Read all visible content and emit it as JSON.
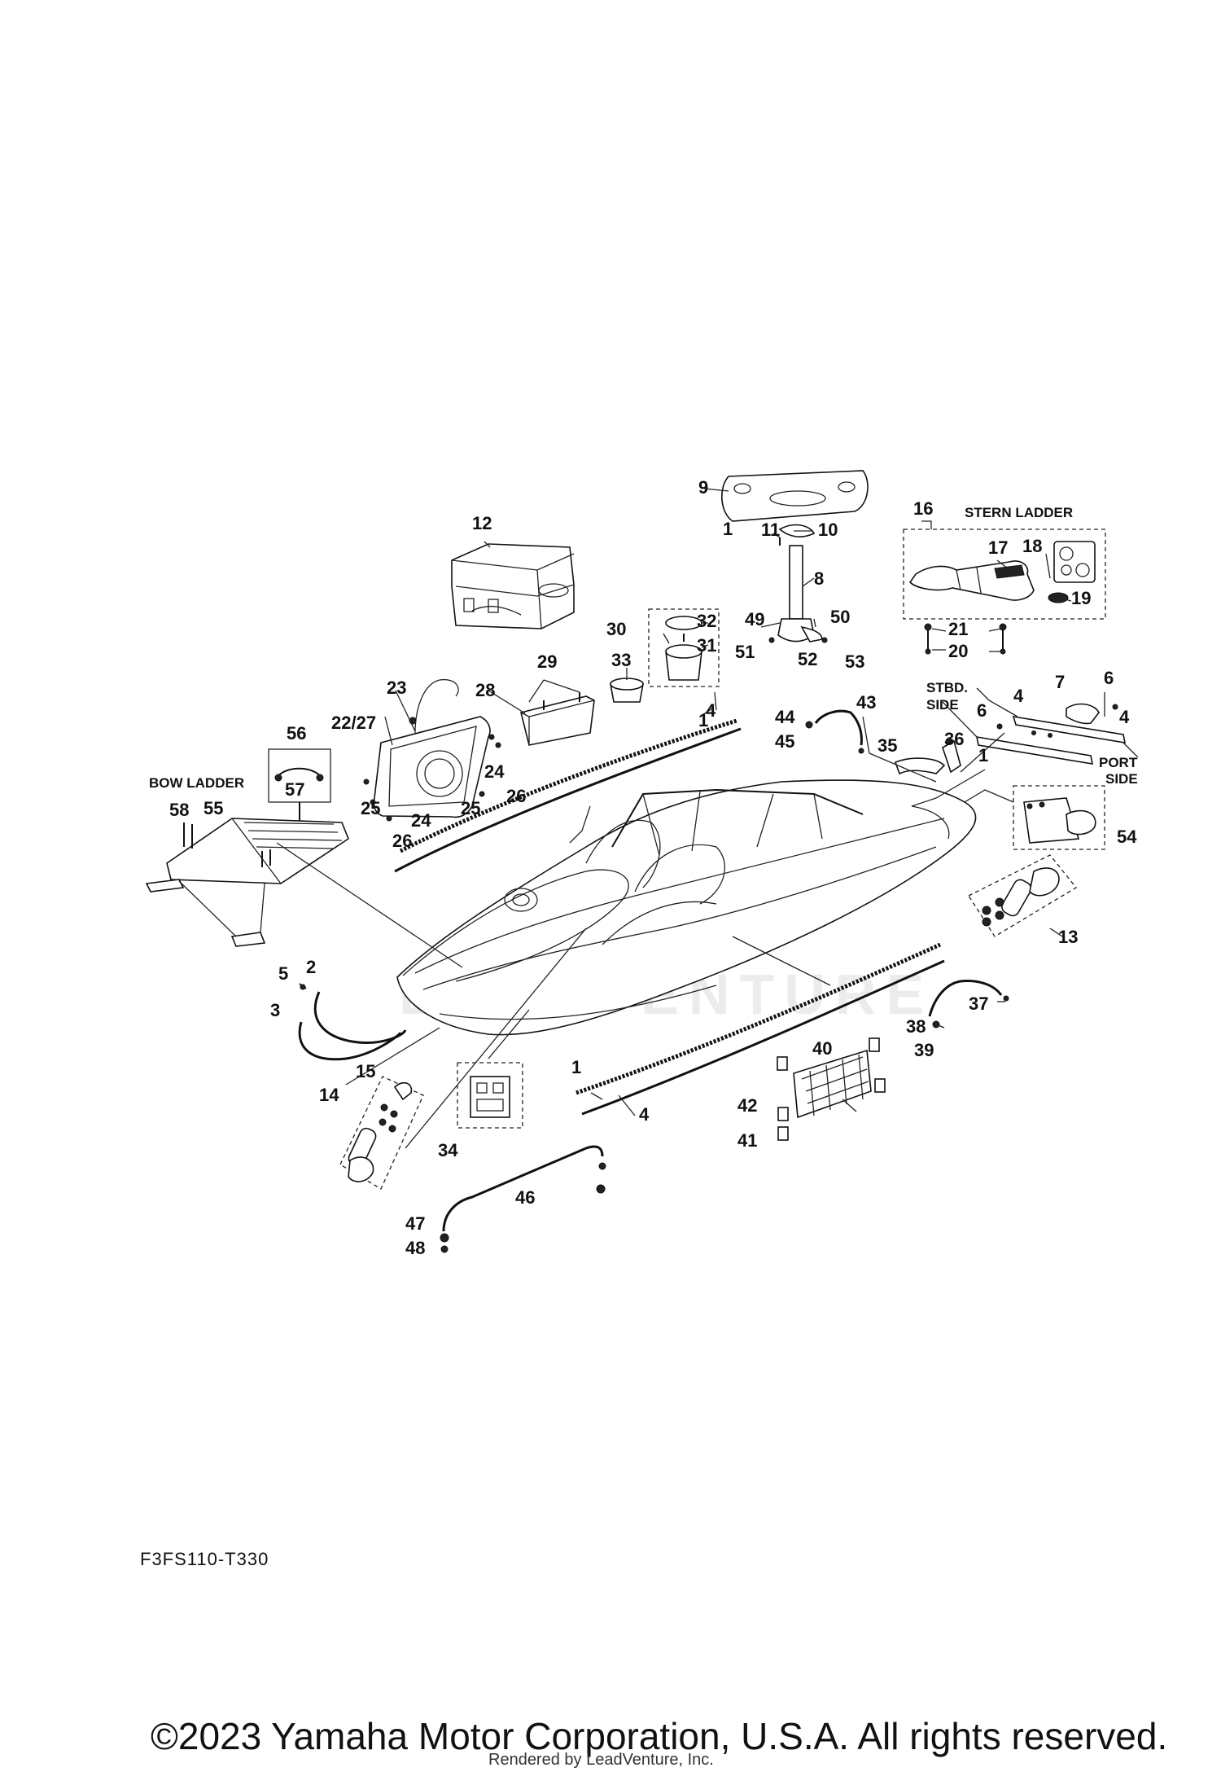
{
  "diagram": {
    "callouts": [
      "1",
      "1",
      "1",
      "1",
      "2",
      "3",
      "4",
      "4",
      "4",
      "4",
      "5",
      "6",
      "6",
      "7",
      "8",
      "9",
      "10",
      "11",
      "12",
      "13",
      "14",
      "15",
      "16",
      "17",
      "18",
      "19",
      "20",
      "21",
      "22/27",
      "23",
      "24",
      "24",
      "25",
      "25",
      "26",
      "26",
      "28",
      "29",
      "30",
      "31",
      "32",
      "33",
      "34",
      "35",
      "36",
      "37",
      "38",
      "39",
      "40",
      "41",
      "42",
      "43",
      "44",
      "45",
      "46",
      "47",
      "48",
      "49",
      "50",
      "51",
      "52",
      "53",
      "54",
      "55",
      "56",
      "57",
      "58"
    ],
    "notes": [
      "STERN LADDER",
      "BOW LADDER",
      "STBD.",
      "SIDE",
      "PORT",
      "SIDE"
    ],
    "watermark": "LEADVENTURE",
    "diagram_code": "F3FS110-T330"
  },
  "footer": {
    "copyright": "©2023 Yamaha Motor Corporation, U.S.A. All rights reserved.",
    "rendered_by": "Rendered by LeadVenture, Inc."
  }
}
